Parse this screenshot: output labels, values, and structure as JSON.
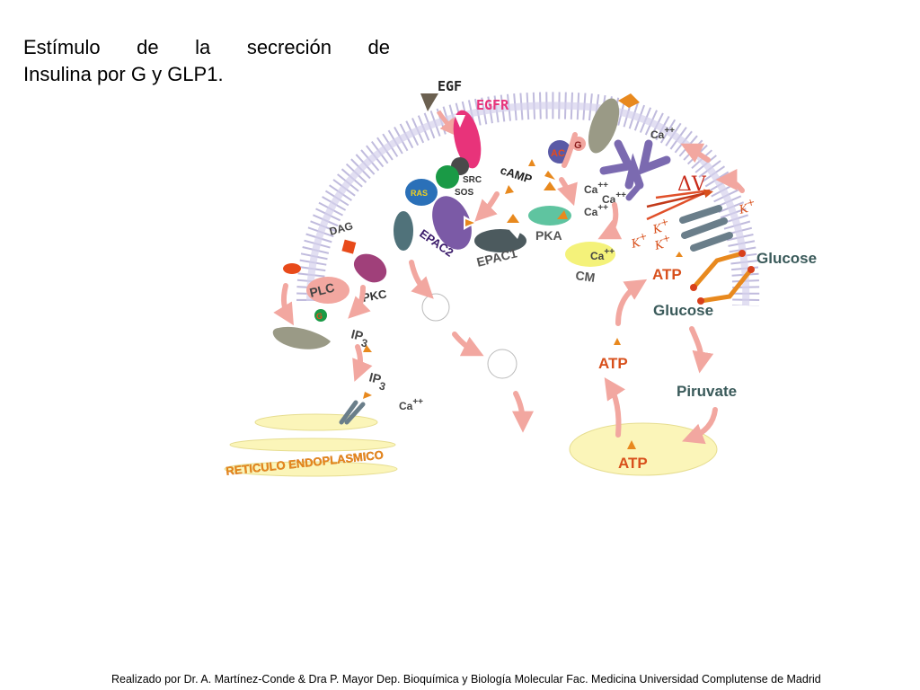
{
  "title": {
    "line1": "Estímulo de la secreción de",
    "line2": "Insulina por G y GLP1."
  },
  "credit": "Realizado por Dr. A. Martínez-Conde & Dra P. Mayor Dep. Bioquímica y Biología Molecular Fac. Medicina Universidad Complutense de Madrid",
  "labels": {
    "egf": "EGF",
    "egfr": "EGFR",
    "g_top": "G",
    "ac": "AC",
    "camp": "cAMP",
    "src": "SRC",
    "sos": "SOS",
    "ras": "RAS",
    "epac2": "EPAC2",
    "epac1": "EPAC1",
    "pka": "PKA",
    "cm": "CM",
    "dag": "DAG",
    "plc": "PLC",
    "pkc": "PKC",
    "g_left": "G",
    "ip3": "IP",
    "ip3_sub": "3",
    "ca": "Ca",
    "ca_sup": "++",
    "delta_v": "ΔV",
    "k": "K",
    "k_sup": "+",
    "glucose": "Glucose",
    "atp": "ATP",
    "piruvate": "Piruvate",
    "er": "RETICULO ENDOPLASMICO"
  },
  "colors": {
    "membrane": "#b9b4d9",
    "egfr": "#e8337a",
    "epac": "#7b5aa6",
    "atp_text": "#d8501c",
    "ca_text": "#444444",
    "glucose_text": "#3a5a5a",
    "er": "#fbf5b9",
    "arrow": "#f2a7a0",
    "orange": "#e8891e"
  }
}
